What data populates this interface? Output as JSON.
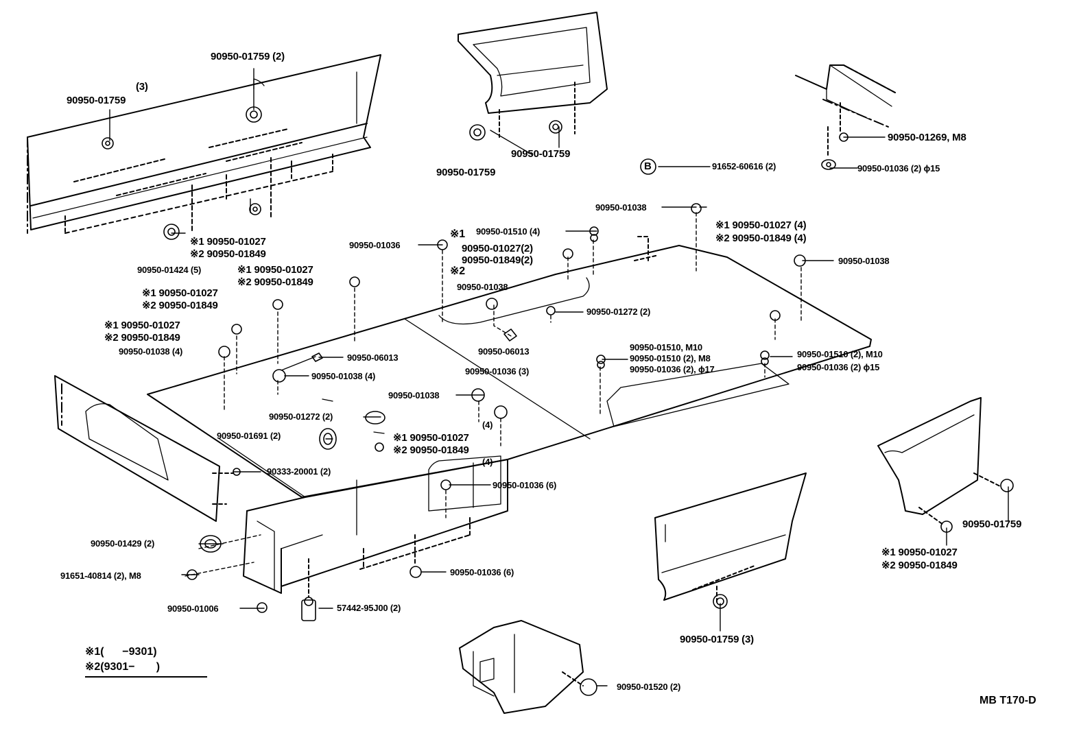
{
  "labels": {
    "l01": "90950-01759 (2)",
    "l02": "(3)",
    "l03": "90950-01759",
    "l04": "90950-01759",
    "l05": "90950-01759",
    "l06": "90950-01269, M8",
    "l07": "90950-01036 (2) ϕ15",
    "l08": "91652-60616 (2)",
    "l09": "90950-01038",
    "l10": "※1 90950-01027 (4)",
    "l11": "※2 90950-01849 (4)",
    "l12": "90950-01038",
    "l13": "※1 90950-01027",
    "l14": "※2 90950-01849",
    "l15": "90950-01424 (5)",
    "l16": "※1 90950-01027",
    "l17": "※2 90950-01849",
    "l18": "※1 90950-01027",
    "l19": "※2 90950-01849",
    "l20": "※1 90950-01027",
    "l21": "※2 90950-01849",
    "l22": "90950-01038 (4)",
    "l23": "90950-01036",
    "l24": "※1",
    "l25": "90950-01510 (4)",
    "l26": "90950-01027(2)",
    "l27": "90950-01849(2)",
    "l28": "※2",
    "l29": "90950-01038",
    "l30": "90950-01272 (2)",
    "l31": "90950-06013",
    "l32": "90950-06013",
    "l33": "90950-01038 (4)",
    "l34": "90950-01036 (3)",
    "l35": "90950-01510, M10",
    "l36": "90950-01510 (2), M8",
    "l37": "90950-01036 (2), ϕ17",
    "l38": "90950-01510 (2), M10",
    "l39": "90950-01036 (2) ϕ15",
    "l40": "90950-01038",
    "l41": "90950-01272 (2)",
    "l42": "90950-01691 (2)",
    "l43": "※1 90950-01027",
    "l44": "※2 90950-01849",
    "l45": "(4)",
    "l46": "(4)",
    "l47": "90333-20001 (2)",
    "l48": "90950-01036 (6)",
    "l49": "90950-01429 (2)",
    "l50": "91651-40814 (2), M8",
    "l51": "90950-01036 (6)",
    "l52": "90950-01006",
    "l53": "57442-95J00 (2)",
    "l54": "90950-01759",
    "l55": "※1 90950-01027",
    "l56": "※2 90950-01849",
    "l57": "90950-01759 (3)",
    "l58": "90950-01520 (2)"
  },
  "bubble_letter": "B",
  "legend": {
    "row1": "※1(      −9301)",
    "row2": "※2(9301−       )"
  },
  "ref_code": "MB T170-D"
}
